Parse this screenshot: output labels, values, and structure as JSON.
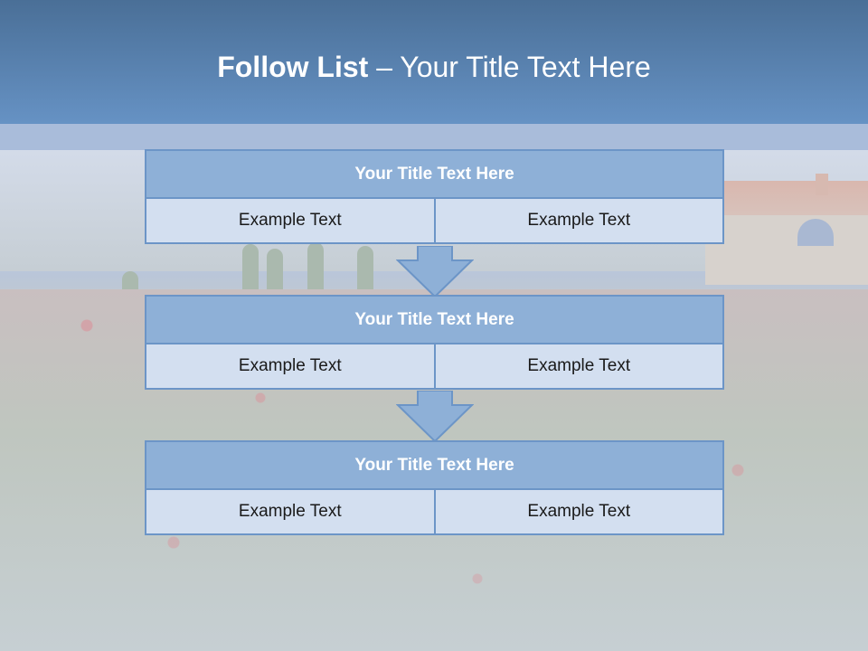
{
  "slide": {
    "title_bold": "Follow List",
    "title_rest": " – Your Title Text Here"
  },
  "steps": [
    {
      "title": "Your Title Text Here",
      "left": "Example Text",
      "right": "Example Text"
    },
    {
      "title": "Your Title Text Here",
      "left": "Example Text",
      "right": "Example Text"
    },
    {
      "title": "Your Title Text Here",
      "left": "Example Text",
      "right": "Example Text"
    }
  ],
  "colors": {
    "header": "#6692c4",
    "block_title": "#8eb0d7",
    "block_cell": "#d3dff0",
    "border": "#6c95c7"
  }
}
